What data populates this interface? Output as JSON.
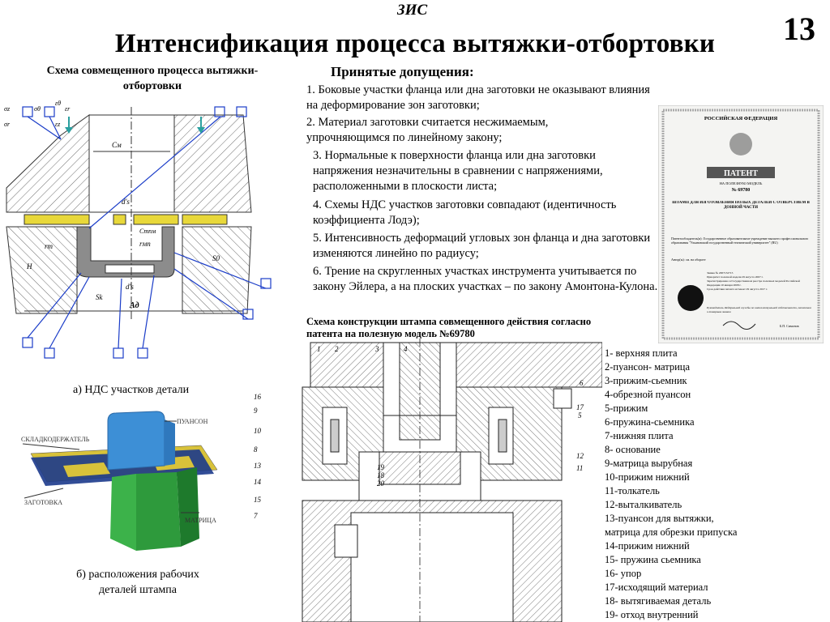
{
  "header": {
    "org": "ЗИС",
    "slide_number": "13",
    "title": "Интенсификация процесса вытяжки-отбортовки"
  },
  "scheme": {
    "caption": "Схема совмещенного процесса вытяжки-отбортовки",
    "caption_a": "а)  НДС участков детали",
    "dims": {
      "d_m": "Cм",
      "d_s": "d's",
      "c_mpm": "Cmпм",
      "r_m": "rm",
      "r_mp": "rмп",
      "s0": "S0",
      "h": "H",
      "sk": "Sk",
      "d_s2": "d's",
      "a_d": "Aд"
    },
    "stress_labels": {
      "sigma_z": "σz",
      "sigma_r": "σr",
      "sigma_theta": "σθ",
      "eps_z": "εz",
      "eps_r": "εr",
      "eps_theta": "εθ"
    }
  },
  "model3d": {
    "caption_b": "б) расположения рабочих деталей штампа",
    "label_punch": "ПУАНСОН",
    "label_holder": "СКЛАДКОДЕРЖАТЕЛЬ",
    "label_blank": "ЗАГОТОВКА",
    "label_die": "МАТРИЦА"
  },
  "assumptions": {
    "heading": "Принятые допущения:",
    "items": [
      "1. Боковые участки фланца или дна заготовки не оказывают влияния на деформирование зон заготовки;",
      "2. Материал заготовки считается несжимаемым, упрочняющимся по линейному закону;",
      "3. Нормальные к поверхности фланца или дна заготовки напряжения незначительны в сравнении с напряжениями, расположенными в плоскости листа;",
      "4. Схемы НДС участков  заготовки совпадают (идентичность коэффициента  Лодэ);",
      "5. Интенсивность деформаций угловых зон фланца и дна заготовки изменяются линейно по радиусу;",
      "6. Трение на скругленных участках инструмента учитывается по закону Эйлера, а на плоских участках – по закону Амонтона-Кулона."
    ]
  },
  "certificate": {
    "country": "РОССИЙСКАЯ ФЕДЕРАЦИЯ",
    "type": "ПАТЕНТ",
    "subtitle": "НА ПОЛЕЗНУЮ МОДЕЛЬ",
    "number": "№ 69780",
    "invention_title": "ШТАМП ДЛЯ ИЗГОТОВЛЕНИЯ ПОЛЫХ ДЕТАЛЕЙ С ОТВЕРСТИЕМ В ДОННОЙ ЧАСТИ",
    "holder": "Патентообладатель(и): Государственное образовательное учреждение высшего профессионального образования \"Ульяновский государственный технический университет\" (RU)",
    "authors": "Автор(ы): см. на обороте",
    "application": "Заявка № 2007132715",
    "priority": "Приоритет полезной модели 29 августа 2007 г.",
    "registered": "Зарегистрировано в Государственном реестре полезных моделей Российской Федерации 10 января 2008 г.",
    "validity": "Срок действия патента истекает 29 августа 2017 г.",
    "chief": "Руководитель Федеральной службы по интеллектуальной собственности, патентам и товарным знакам",
    "signatory": "Б.П. Симонов"
  },
  "patent": {
    "caption": "Схема конструкции штампа совмещенного действия согласно патента на полезную модель №69780",
    "callouts": [
      "1",
      "2",
      "3",
      "4",
      "5",
      "6",
      "7",
      "8",
      "9",
      "10",
      "11",
      "12",
      "13",
      "14",
      "15",
      "16",
      "17",
      "18",
      "19",
      "20"
    ],
    "legend": [
      "1- верхняя плита",
      "2-пуансон- матрица",
      "3-прижим-сьемник",
      "4-обрезной пуансон",
      "5-прижим",
      "6-пружина-сьемника",
      "7-нижняя плита",
      "8- основание",
      "9-матрица вырубная",
      "10-прижим нижний",
      "11-толкатель",
      "12-выталкиватель",
      "13-пуансон для вытяжки,",
      "матрица для обрезки припуска",
      "14-прижим нижний",
      "15- пружина сьемника",
      "16- упор",
      "17-исходящий материал",
      "18- вытягиваемая деталь",
      "19- отход внутренний"
    ]
  },
  "colors": {
    "blank_yellow": "#e8d83a",
    "blank_blue": "#1c3a8c",
    "punch_blue": "#3d8fd6",
    "die_green": "#2e9a3c",
    "holder_yellow": "#d8c23a",
    "stress_blue": "#1a3cc8",
    "hatch_gray": "#6e6e6e"
  }
}
